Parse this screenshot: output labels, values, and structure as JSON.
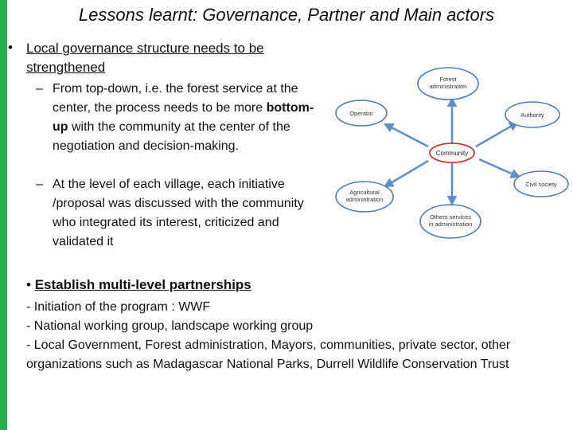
{
  "slide": {
    "title": "Lessons learnt: Governance, Partner and Main actors",
    "bullet_char": "•",
    "dash_char": "–",
    "point1": {
      "heading": "Local governance structure needs to be strengthened",
      "sub1_a": "From top-down, i.e. the forest service at the center, the process needs to be more ",
      "sub1_bold": "bottom-up",
      "sub1_b": " with the community at the center of the negotiation and decision-making.",
      "sub2": "At the level of each village, each initiative /proposal was discussed with the community who integrated its interest, criticized and validated it"
    },
    "point2": {
      "bullet": "• ",
      "heading": "Establish multi-level partnerships",
      "lines": [
        "- Initiation of the program : WWF",
        "- National working group, landscape working group",
        "- Local Government, Forest administration, Mayors,  communities, private sector, other organizations such as Madagascar National Parks, Durrell Wildlife Conservation Trust"
      ]
    }
  },
  "diagram": {
    "center": "Community",
    "nodes": [
      {
        "l1": "Forest",
        "l2": "administration"
      },
      {
        "l1": "Operator",
        "l2": ""
      },
      {
        "l1": "Authority",
        "l2": ""
      },
      {
        "l1": "Civil society",
        "l2": ""
      },
      {
        "l1": "Agricultural",
        "l2": "administration"
      },
      {
        "l1": "Others services",
        "l2": "in administration"
      }
    ],
    "colors": {
      "circle_stroke": "#4a7ebb",
      "arrow": "#5b8fd0",
      "center_stroke": "#cc2222",
      "green_bar": "#22b14c"
    }
  }
}
